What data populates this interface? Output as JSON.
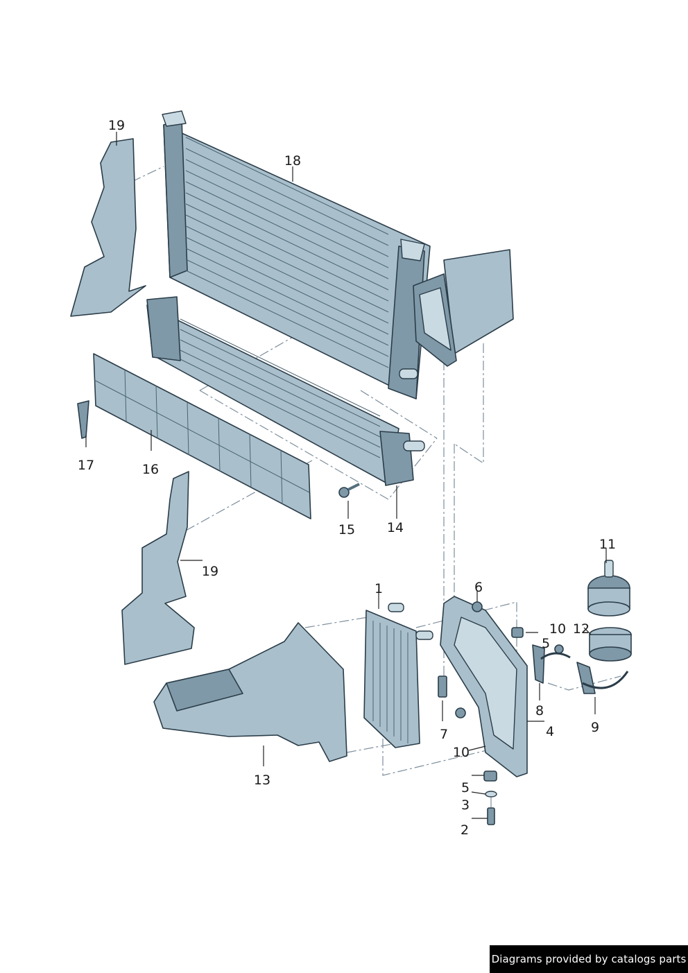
{
  "diagram": {
    "callouts": {
      "c1": "1",
      "c2": "2",
      "c3": "3",
      "c4": "4",
      "c5a": "5",
      "c5b": "5",
      "c6": "6",
      "c7": "7",
      "c8": "8",
      "c9": "9",
      "c10a": "10",
      "c10b": "10",
      "c11": "11",
      "c12": "12",
      "c13": "13",
      "c14": "14",
      "c15": "15",
      "c16": "16",
      "c17": "17",
      "c18": "18",
      "c19a": "19",
      "c19b": "19"
    },
    "colors": {
      "part_fill": "#a9c0cc",
      "part_outline": "#2a3c48",
      "dash_line": "#7c8e9c"
    }
  },
  "footer": {
    "credit": "Diagrams provided by catalogs parts"
  }
}
